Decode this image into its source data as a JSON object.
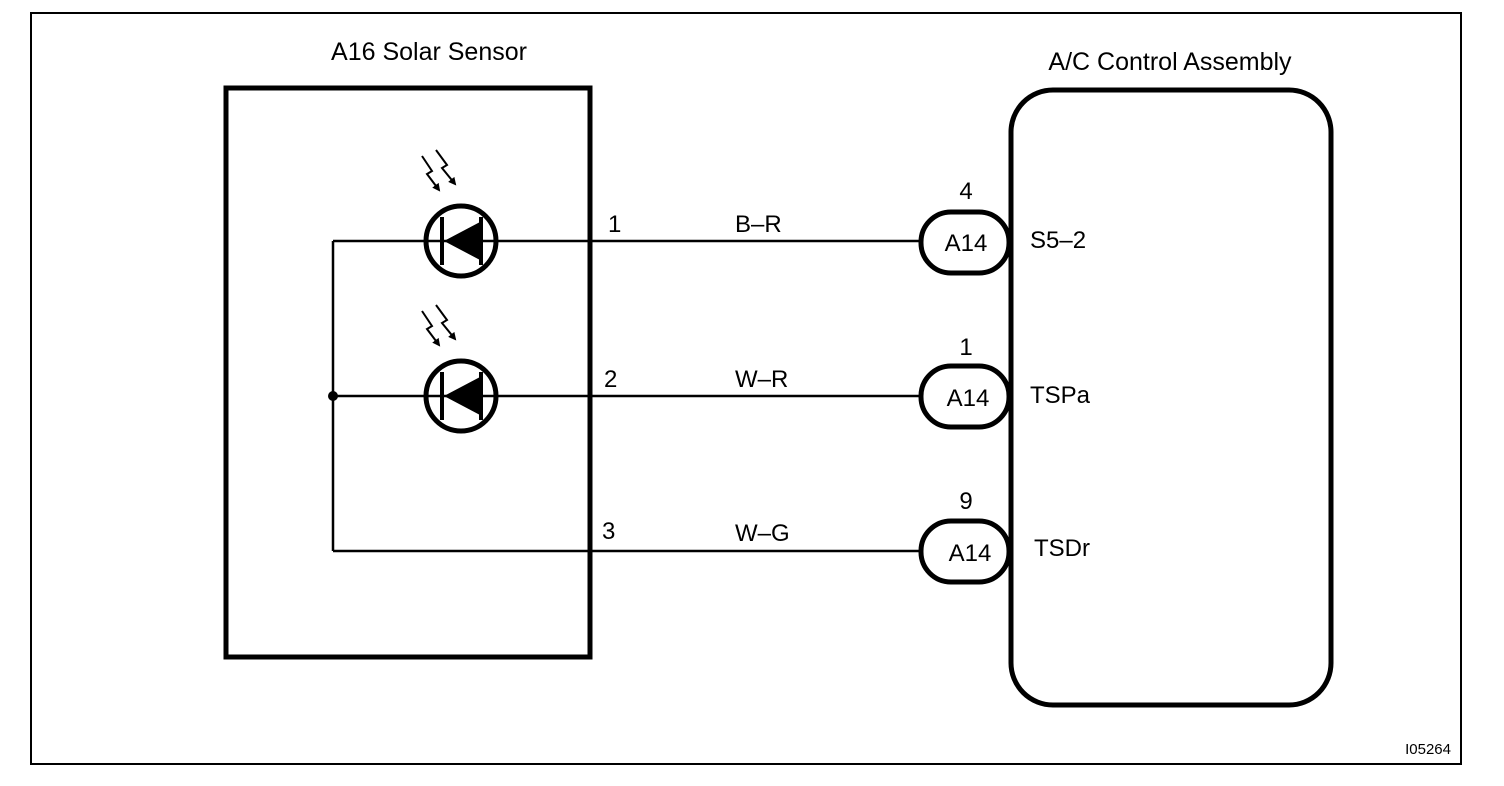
{
  "diagram": {
    "sensor": {
      "title": "A16 Solar Sensor"
    },
    "ecu": {
      "title": "A/C Control Assembly"
    },
    "figure_id": "I05264",
    "circuits": [
      {
        "sensor_pin": "1",
        "wire_color": "B–R",
        "connector": "A14",
        "ecu_pin": "4",
        "terminal": "S5–2"
      },
      {
        "sensor_pin": "2",
        "wire_color": "W–R",
        "connector": "A14",
        "ecu_pin": "1",
        "terminal": "TSPa"
      },
      {
        "sensor_pin": "3",
        "wire_color": "W–G",
        "connector": "A14",
        "ecu_pin": "9",
        "terminal": "TSDr"
      }
    ]
  }
}
